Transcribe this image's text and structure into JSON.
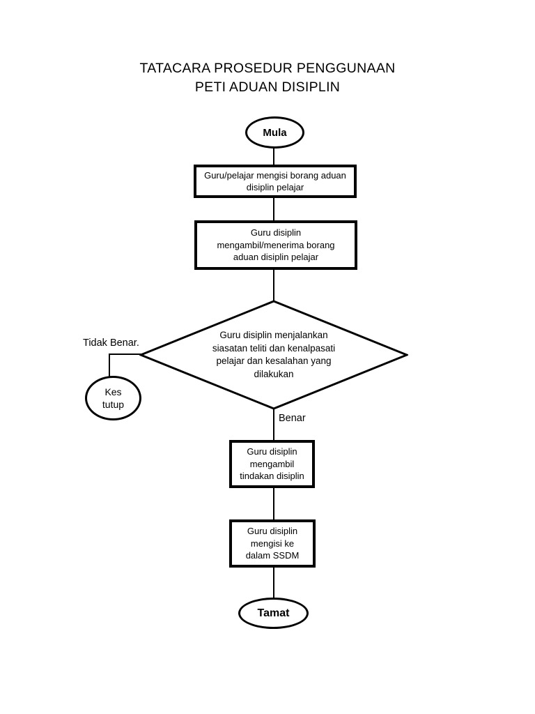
{
  "title": {
    "line1": "TATACARA PROSEDUR PENGGUNAAN",
    "line2": "PETI ADUAN DISIPLIN"
  },
  "flowchart": {
    "start": {
      "label": "Mula"
    },
    "fill_form": {
      "line1": "Guru/pelajar mengisi borang aduan",
      "line2": "disiplin pelajar"
    },
    "receive_form": {
      "line1": "Guru disiplin",
      "line2": "mengambil/menerima borang",
      "line3": "aduan disiplin pelajar"
    },
    "decision": {
      "line1": "Guru disiplin menjalankan",
      "line2": "siasatan teliti dan kenalpasati",
      "line3": "pelajar dan kesalahan yang",
      "line4": "dilakukan"
    },
    "branch_false": {
      "label": "Tidak Benar."
    },
    "branch_true": {
      "label": "Benar"
    },
    "case_closed": {
      "line1": "Kes",
      "line2": "tutup"
    },
    "take_action": {
      "line1": "Guru disiplin",
      "line2": "mengambil",
      "line3": "tindakan disiplin"
    },
    "record_ssdm": {
      "line1": "Guru disiplin",
      "line2": "mengisi ke",
      "line3": "dalam SSDM"
    },
    "end": {
      "label": "Tamat"
    }
  },
  "colors": {
    "ink": "#000000",
    "background": "#ffffff"
  }
}
